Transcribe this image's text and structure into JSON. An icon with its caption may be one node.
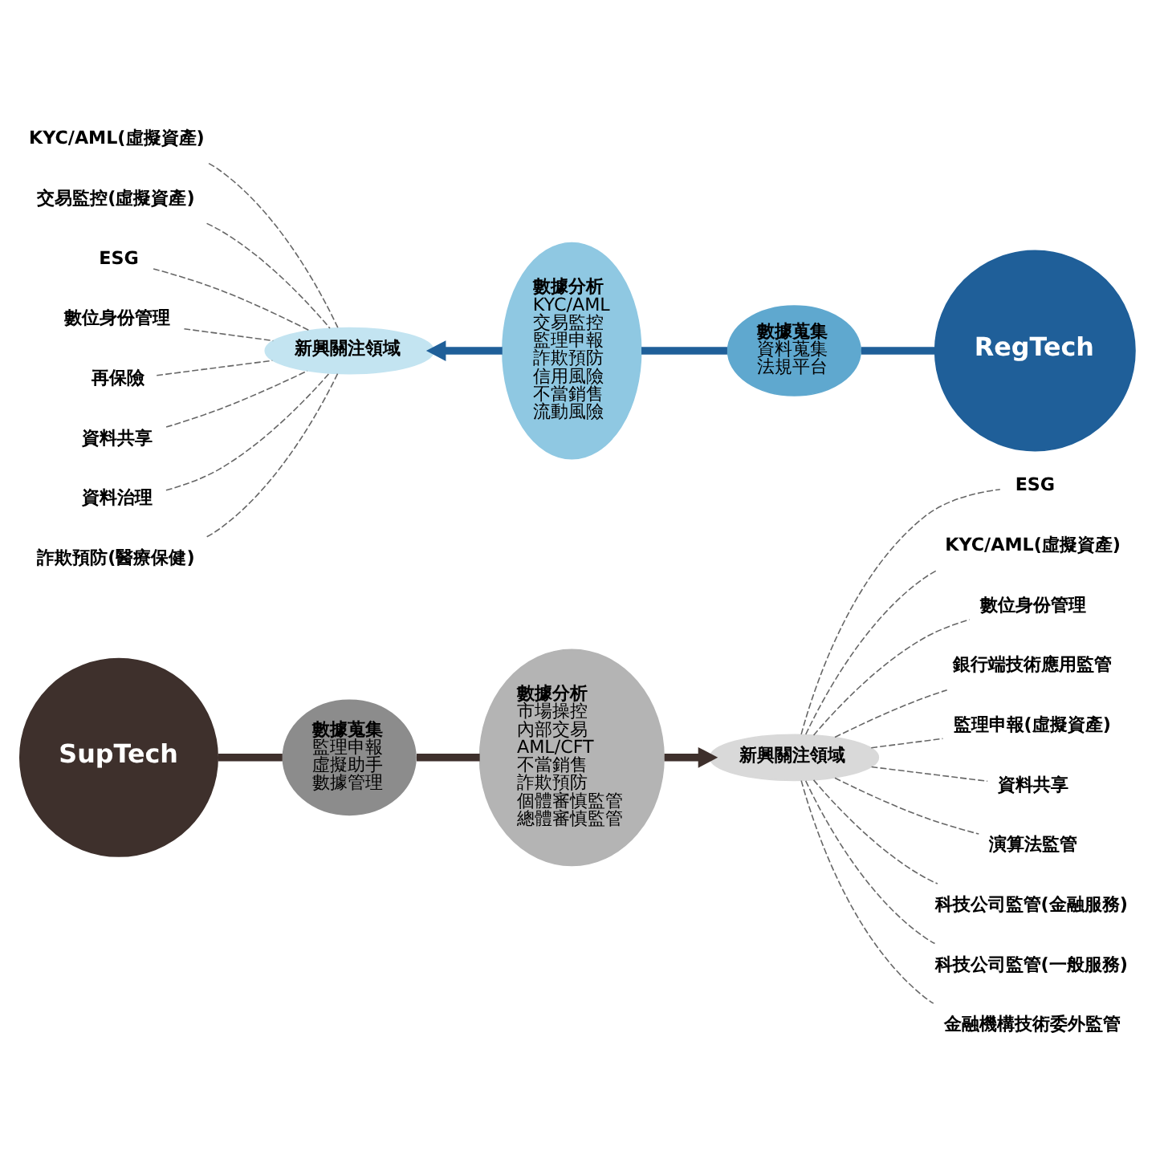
{
  "diagram": {
    "nodes": [
      {
        "text": [
          "SupTech"
        ]
      },
      {
        "text": [
          "數據蒐集",
          "監理申報",
          "虛擬助手",
          "數據管理"
        ]
      },
      {
        "text": [
          "數據分析",
          "市場操控",
          "內部交易",
          "AML/CFT",
          "不當銷售",
          "詐欺預防",
          "個體審慎監管",
          "總體審慎監管"
        ]
      },
      {
        "text": [
          "新興關注領域"
        ]
      },
      {
        "text": [
          "ESG"
        ]
      },
      {
        "text": [
          "KYC/AML(虛擬資產)"
        ]
      },
      {
        "text": [
          "數位身份管理"
        ]
      },
      {
        "text": [
          "銀行端技術應用監管"
        ]
      },
      {
        "text": [
          "監理申報(虛擬資產)"
        ]
      },
      {
        "text": [
          "資料共享"
        ]
      },
      {
        "text": [
          "演算法監管"
        ]
      },
      {
        "text": [
          "科技公司監管(金融服務)"
        ]
      },
      {
        "text": [
          "科技公司監管(一般服務)"
        ]
      },
      {
        "text": [
          "金融機構技術委外監管"
        ]
      },
      {
        "text": [
          "KYC/AML(虛擬資產)"
        ]
      },
      {
        "text": [
          "交易監控(虛擬資產)"
        ]
      },
      {
        "text": [
          "ESG"
        ]
      },
      {
        "text": [
          "數位身份管理"
        ]
      },
      {
        "text": [
          "再保險"
        ]
      },
      {
        "text": [
          "資料共享"
        ]
      },
      {
        "text": [
          "資料治理"
        ]
      },
      {
        "text": [
          "詐欺預防(醫療保健)"
        ]
      },
      {
        "text": [
          "新興關注領域"
        ]
      },
      {
        "text": [
          "數據分析",
          "KYC/AML",
          "交易監控",
          "監理申報",
          "詐欺預防",
          "信用風險",
          "不當銷售",
          "流動風險"
        ]
      },
      {
        "text": [
          "數據蒐集",
          "資料蒐集",
          "法規平台"
        ]
      },
      {
        "text": [
          "RegTech"
        ]
      }
    ],
    "edges": [
      {
        "from": 0,
        "to": 1,
        "arrow": "none",
        "style": "thick",
        "color": "#3e302c"
      },
      {
        "from": 1,
        "to": 2,
        "arrow": "none",
        "style": "thick",
        "color": "#3e302c"
      },
      {
        "from": 2,
        "to": 3,
        "arrow": "to",
        "style": "thick",
        "color": "#3e302c"
      },
      {
        "from": 3,
        "to": 4,
        "arrow": "none",
        "style": "dashed"
      },
      {
        "from": 3,
        "to": 5,
        "arrow": "none",
        "style": "dashed"
      },
      {
        "from": 3,
        "to": 6,
        "arrow": "none",
        "style": "dashed"
      },
      {
        "from": 3,
        "to": 7,
        "arrow": "none",
        "style": "dashed"
      },
      {
        "from": 3,
        "to": 8,
        "arrow": "none",
        "style": "dashed"
      },
      {
        "from": 3,
        "to": 9,
        "arrow": "none",
        "style": "dashed"
      },
      {
        "from": 3,
        "to": 10,
        "arrow": "none",
        "style": "dashed"
      },
      {
        "from": 3,
        "to": 11,
        "arrow": "none",
        "style": "dashed"
      },
      {
        "from": 3,
        "to": 12,
        "arrow": "none",
        "style": "dashed"
      },
      {
        "from": 3,
        "to": 13,
        "arrow": "none",
        "style": "dashed"
      },
      {
        "from": 25,
        "to": 24,
        "arrow": "none",
        "style": "thick",
        "color": "#1f5f99"
      },
      {
        "from": 24,
        "to": 23,
        "arrow": "none",
        "style": "thick",
        "color": "#1f5f99"
      },
      {
        "from": 23,
        "to": 22,
        "arrow": "to",
        "style": "thick",
        "color": "#1f5f99"
      },
      {
        "from": 22,
        "to": 14,
        "arrow": "none",
        "style": "dashed"
      },
      {
        "from": 22,
        "to": 15,
        "arrow": "none",
        "style": "dashed"
      },
      {
        "from": 22,
        "to": 16,
        "arrow": "none",
        "style": "dashed"
      },
      {
        "from": 22,
        "to": 17,
        "arrow": "none",
        "style": "dashed"
      },
      {
        "from": 22,
        "to": 18,
        "arrow": "none",
        "style": "dashed"
      },
      {
        "from": 22,
        "to": 19,
        "arrow": "none",
        "style": "dashed"
      },
      {
        "from": 22,
        "to": 20,
        "arrow": "none",
        "style": "dashed"
      },
      {
        "from": 22,
        "to": 21,
        "arrow": "none",
        "style": "dashed"
      }
    ]
  }
}
